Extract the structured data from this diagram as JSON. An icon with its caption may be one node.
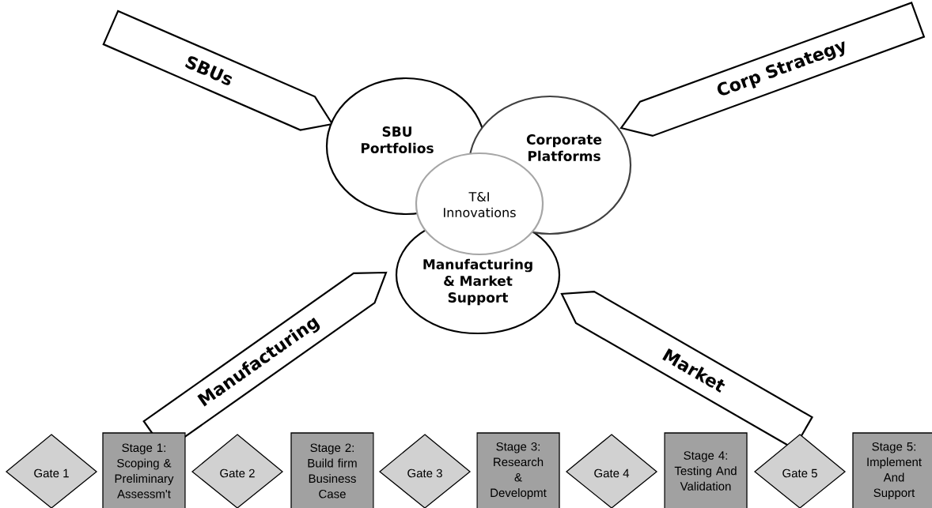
{
  "diagram": {
    "nodes": [
      {
        "text": [
          "SBUs"
        ]
      },
      {
        "text": [
          "SBU Portfolios"
        ]
      },
      {
        "text": [
          "Corp Strategy"
        ]
      },
      {
        "text": [
          "Corporate Platforms"
        ]
      },
      {
        "text": [
          "T&I Innovations"
        ]
      },
      {
        "text": [
          "Manufacturing & Market Support"
        ]
      },
      {
        "text": [
          "Manufacturing"
        ]
      },
      {
        "text": [
          "Market"
        ]
      },
      {
        "text": [
          "Gate 1"
        ]
      },
      {
        "text": [
          "Stage 1: Scoping & Preliminary Assessm't"
        ]
      },
      {
        "text": [
          "Gate 2"
        ]
      },
      {
        "text": [
          "Stage 2: Build firm Business Case"
        ]
      },
      {
        "text": [
          "Gate 3"
        ]
      },
      {
        "text": [
          "Stage 3: Research & Developmt"
        ]
      },
      {
        "text": [
          "Gate 4"
        ]
      },
      {
        "text": [
          "Stage 4: Testing And Validation"
        ]
      },
      {
        "text": [
          "Gate 5"
        ]
      },
      {
        "text": [
          "Stage 5: Implement And Support"
        ]
      }
    ]
  }
}
